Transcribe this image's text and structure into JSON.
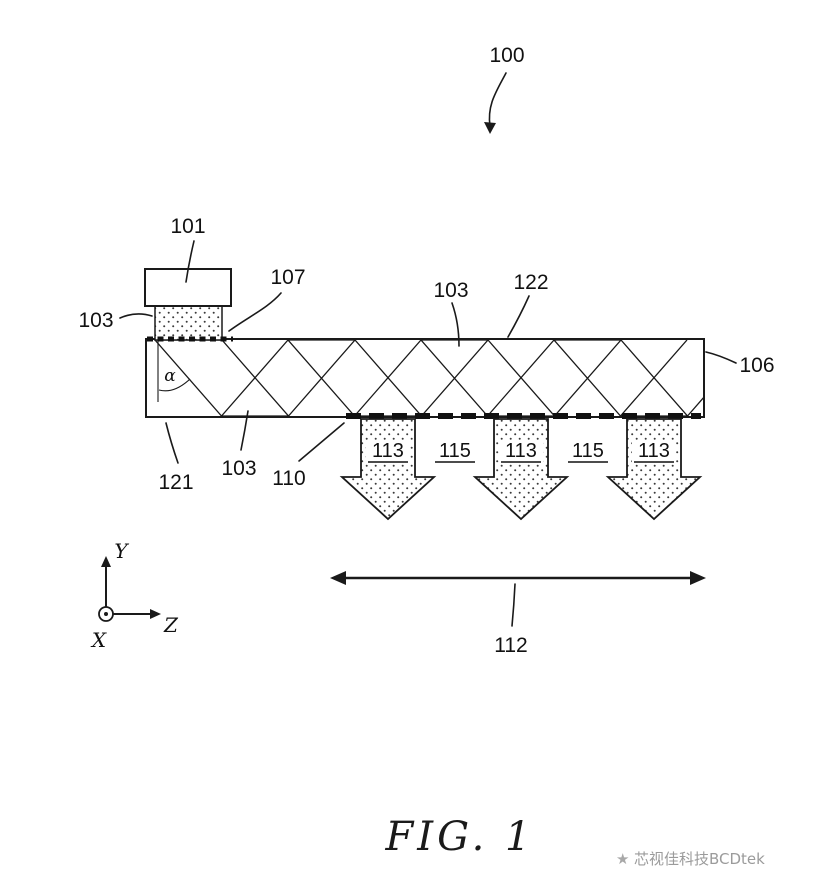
{
  "figure": {
    "fig_label": "FIG. 1",
    "labels": {
      "n100": "100",
      "n101": "101",
      "n103_left": "103",
      "n103_top": "103",
      "n103_bottom": "103",
      "n106": "106",
      "n107": "107",
      "n110": "110",
      "n112": "112",
      "n113_1": "113",
      "n113_2": "113",
      "n113_3": "113",
      "n115_1": "115",
      "n115_2": "115",
      "n121": "121",
      "n122": "122",
      "alpha": "α"
    },
    "axes": {
      "x": "X",
      "y": "Y",
      "z": "Z"
    },
    "watermark": {
      "logo_char": "★",
      "text": "芯视佳科技BCDtek"
    },
    "colors": {
      "ink": "#1a1a1a",
      "watermark_gray": "#9b9b9b",
      "background": "#ffffff"
    }
  }
}
